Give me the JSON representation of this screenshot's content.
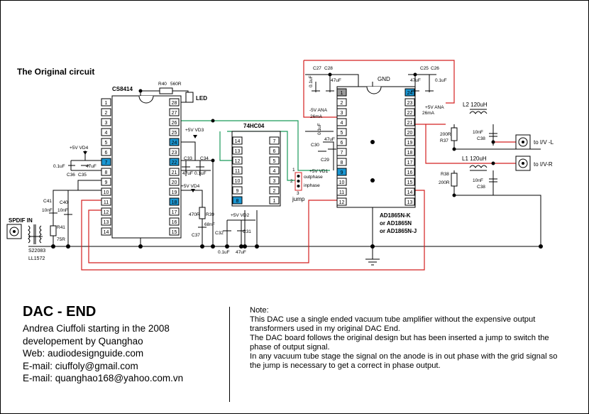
{
  "diagram": {
    "heading": "The Original circuit",
    "ic_cs8414": {
      "name": "CS8414",
      "pins_left": [
        "1",
        "2",
        "3",
        "4",
        "5",
        "6",
        "7",
        "8",
        "9",
        "10",
        "11",
        "12",
        "13",
        "14"
      ],
      "pins_right": [
        "28",
        "27",
        "26",
        "25",
        "24",
        "23",
        "22",
        "21",
        "20",
        "19",
        "18",
        "17",
        "16",
        "15"
      ]
    },
    "ic_74hc04": {
      "name": "74HC04",
      "pins_left": [
        "14",
        "13",
        "12",
        "11",
        "10",
        "9",
        "8"
      ],
      "pins_right": [
        "7",
        "6",
        "5",
        "4",
        "3",
        "2",
        "1"
      ]
    },
    "ic_ad1865": {
      "name": "AD1865N-K",
      "alt1": "or AD1865N",
      "alt2": "or AD1865N-J",
      "gnd": "GND",
      "pins_left": [
        "1",
        "2",
        "3",
        "4",
        "5",
        "6",
        "7",
        "8",
        "9",
        "10",
        "11",
        "12"
      ],
      "pins_right": [
        "24",
        "23",
        "22",
        "21",
        "20",
        "19",
        "18",
        "17",
        "16",
        "15",
        "14",
        "13"
      ]
    },
    "labels": {
      "r40": "R40",
      "r40_val": "560R",
      "led": "LED",
      "vd3": "+5V VD3",
      "c33": "C33",
      "c34": "C34",
      "c33_val": "47uF",
      "c34_val": "0.1uF",
      "vd4a": "+5V VD4",
      "c36_val": "0.1uF",
      "c35_val": "47uF",
      "c36": "C36",
      "c35": "C35",
      "vd4b": "+5V VD4",
      "r39_val": "470R",
      "r39": "R39",
      "c37_val": "68nF",
      "c37": "C37",
      "c41": "C41",
      "c41_val": "10nF",
      "c40": "C40",
      "c40_val": "10nF",
      "spdif": "SPDIF IN",
      "r41": "R41",
      "r41_val": "75R",
      "xfmr1": "S22083",
      "xfmr2": "LL1572",
      "vd2": "+5V VD2",
      "c32": "C32",
      "c31": "C31",
      "c32_val": "0.1uF",
      "c31_val": "47uF",
      "vd1": "+5V VD1",
      "c30_val": "0.1uF",
      "c29_val": "47uF",
      "c30": "C30",
      "c29": "C29",
      "jump_outphase": "outphase",
      "jump_inphase": "inphase",
      "jump": "jump",
      "j1": "1",
      "j2": "2",
      "j3": "3",
      "c27": "C27",
      "c28": "C28",
      "c27_val": "0.1uF",
      "c28_val": "47uF",
      "vana_l": "-5V ANA",
      "vana_l_ma": "26mA",
      "c25": "C25",
      "c26": "C26",
      "c25_val": "47uF",
      "c26_val": "0.1uF",
      "vana_r": "+5V ANA",
      "vana_r_ma": "26mA",
      "l2": "L2 120uH",
      "l1": "L1 120uH",
      "r37_val": "200R",
      "r37": "R37",
      "c38a_val": "10nF",
      "c38a": "C38",
      "r38": "R38",
      "r38_val": "200R",
      "c38b_val": "10nF",
      "c38b": "C38",
      "out_l": "to I/V -L",
      "out_r": "to I/V-R"
    }
  },
  "footer": {
    "title": "DAC - END",
    "credits": [
      "Andrea Ciuffoli starting in the 2008",
      "developement by  Quanghao",
      "Web: audiodesignguide.com",
      "E-mail: ciuffoly@gmail.com",
      "E-mail: quanghao168@yahoo.com.vn"
    ],
    "note_heading": "Note:",
    "note_paragraphs": [
      "This DAC use a single ended vacuum tube amplifier without the expensive output transformers used in my original DAC End.",
      "The DAC board follows the original design but has been inserted a jump to switch the phase of output signal.",
      "In any vacuum tube stage the signal on the anode is in out phase with the grid signal so the jump is necessary to get a correct in phase output."
    ]
  },
  "colors": {
    "wire_green": "#1a9a5a",
    "wire_red": "#d42020",
    "pin_highlight": "#1a96d2",
    "pin_gray": "#9a9a9a"
  }
}
